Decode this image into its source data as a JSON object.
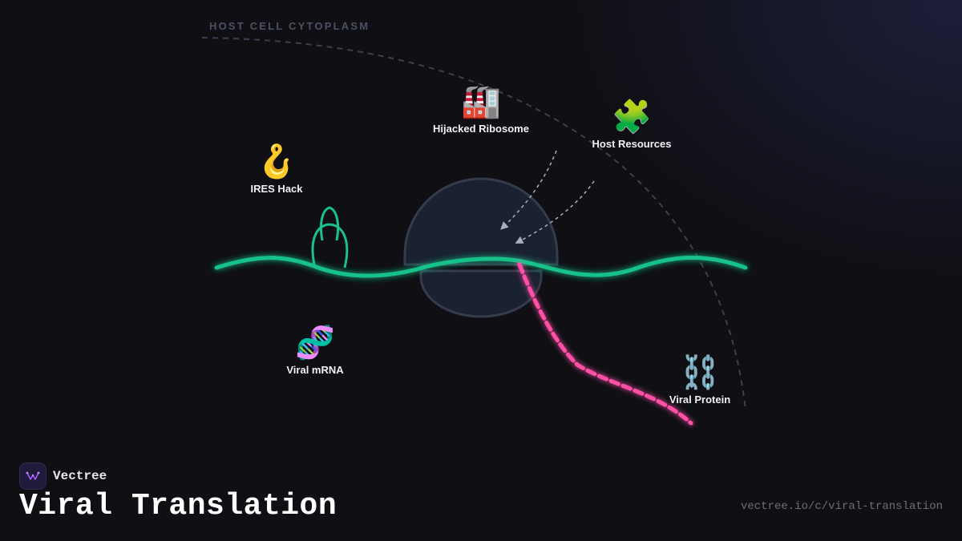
{
  "region": {
    "label": "HOST CELL CYTOPLASM"
  },
  "nodes": {
    "ires": {
      "icon": "fishing-hook-icon",
      "emoji": "🪝",
      "label": "IRES Hack"
    },
    "ribosome": {
      "icon": "factory-icon",
      "emoji": "🏭",
      "label": "Hijacked Ribosome"
    },
    "resources": {
      "icon": "puzzle-piece-icon",
      "emoji": "🧩",
      "label": "Host Resources"
    },
    "mrna": {
      "icon": "dna-icon",
      "emoji": "🧬",
      "label": "Viral mRNA"
    },
    "protein": {
      "icon": "chain-icon",
      "emoji": "⛓️",
      "label": "Viral Protein"
    }
  },
  "brand": {
    "name": "Vectree",
    "logo_icon": "vectree-logo-icon"
  },
  "footer": {
    "title": "Viral Translation",
    "url": "vectree.io/c/viral-translation"
  },
  "colors": {
    "mrna_strand": "#19c28a",
    "protein_chain": "#ff4fa6",
    "ribosome_fill": "#1a2130",
    "ribosome_stroke": "#343c4c",
    "arrow": "#a9b0bd",
    "membrane": "#3a4050",
    "brand_accent": "#a35cff"
  }
}
